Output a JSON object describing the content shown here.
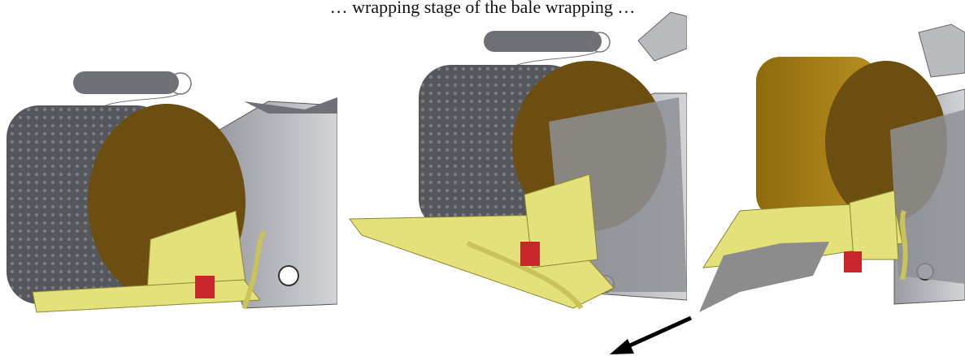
{
  "caption": {
    "text": "… wrapping stage of the bale wrapping …"
  },
  "panels": [
    {
      "id": "panel-1",
      "stage": "bale wrapped in net, platform raised",
      "net_color": "#5b5d63",
      "bale_end_color": "#6b4e10",
      "frame_color": "#e4e07a",
      "light_color": "#c8262a"
    },
    {
      "id": "panel-2",
      "stage": "platform tilted, bale rolling out",
      "net_color": "#5b5d63",
      "bale_end_color": "#6b4e10",
      "frame_color": "#e4e07a",
      "light_color": "#c8262a"
    },
    {
      "id": "panel-3",
      "stage": "bale without net, sheet ejected",
      "bale_color": "#9a720e",
      "bale_end_color": "#6b4e10",
      "sheet_color": "#8c8c8c",
      "frame_color": "#e4e07a",
      "light_color": "#c8262a"
    }
  ],
  "arrow": {
    "color": "#000000",
    "direction": "down-left"
  }
}
